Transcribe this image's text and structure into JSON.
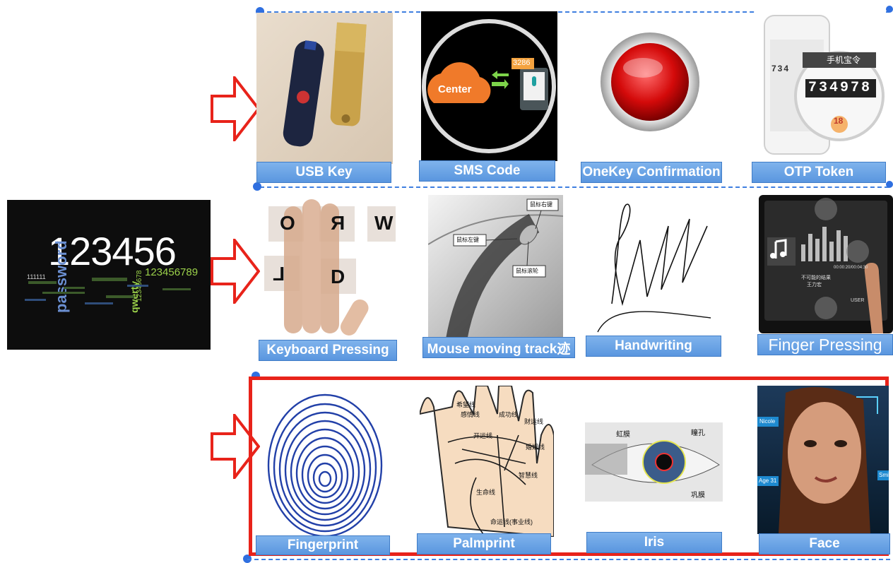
{
  "colors": {
    "arrow": "#e8231a",
    "label_bg": "#6aa3e6",
    "highlight": "#e8231a",
    "dash": "#3f7fe0"
  },
  "password_panel": {
    "big_number": "123456",
    "word_password": "password",
    "word_qwerty": "qwerty",
    "small_number": "123456789",
    "tiny_number": "111111",
    "tiny_number2": "12345678"
  },
  "row1": {
    "usb_key": {
      "label": "USB Key"
    },
    "sms_code": {
      "label": "SMS Code",
      "bubble": "Center",
      "code": "3286"
    },
    "onekey": {
      "label": "OneKey Confirmation"
    },
    "otp": {
      "label": "OTP Token",
      "digits": "734978",
      "small_digits": "734",
      "title": "手机宝令",
      "badge": "18"
    }
  },
  "row2": {
    "keyboard": {
      "label": "Keyboard Pressing",
      "keys": [
        "O",
        "R",
        "W",
        "L",
        "D"
      ]
    },
    "mouse": {
      "label": "Mouse moving track迹",
      "callout_right": "鼠标右键",
      "callout_left": "鼠标左键",
      "callout_wheel": "鼠标滚轮"
    },
    "handwriting": {
      "label": "Handwriting"
    },
    "finger": {
      "label": "Finger Pressing",
      "time": "00:00:20/00:04:30",
      "song": "不可能的结果",
      "artist": "王力宏",
      "user": "USER"
    }
  },
  "row3": {
    "fingerprint": {
      "label": "Fingerprint"
    },
    "palmprint": {
      "label": "Palmprint",
      "lines": [
        "希望线",
        "感情线",
        "成功线",
        "财运线",
        "开运线",
        "婚姻线",
        "智慧线",
        "生命线",
        "命运线(事业线)"
      ]
    },
    "iris": {
      "label": "Iris",
      "iris_text": "虹膜",
      "pupil_text": "瞳孔",
      "sclera_text": "巩膜"
    },
    "face": {
      "label": "Face",
      "tag_name": "Nicole",
      "tag_age": "Age 31",
      "tag_smile": "Smi"
    }
  }
}
